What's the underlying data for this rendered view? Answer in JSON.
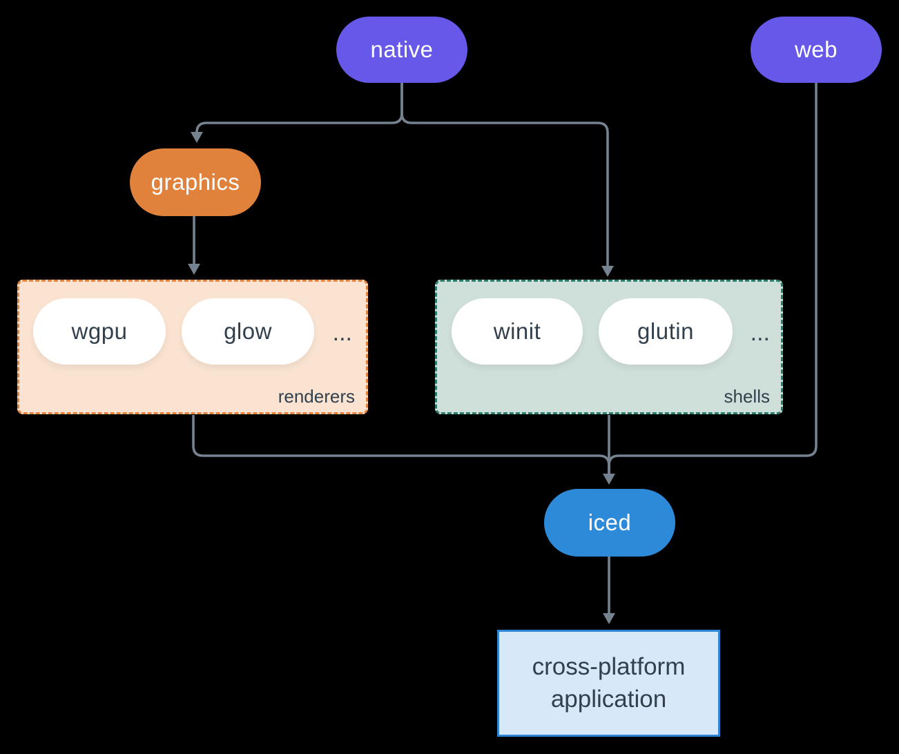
{
  "nodes": {
    "native": {
      "label": "native",
      "color": "#6658e8"
    },
    "web": {
      "label": "web",
      "color": "#6658e8"
    },
    "graphics": {
      "label": "graphics",
      "color": "#e0813c"
    },
    "iced": {
      "label": "iced",
      "color": "#2d8ad9"
    },
    "app": {
      "line1": "cross-platform",
      "line2": "application",
      "bg": "#d7e8f8",
      "border": "#2e86d3"
    }
  },
  "groups": {
    "renderers": {
      "label": "renderers",
      "items": [
        {
          "label": "wgpu"
        },
        {
          "label": "glow"
        }
      ],
      "ellipsis": "...",
      "bg": "#fae3d1",
      "border": "#e2823d"
    },
    "shells": {
      "label": "shells",
      "items": [
        {
          "label": "winit"
        },
        {
          "label": "glutin"
        }
      ],
      "ellipsis": "...",
      "bg": "#cfdfd9",
      "border": "#2a7d6d"
    }
  },
  "edges": [
    {
      "from": "native",
      "to": "graphics"
    },
    {
      "from": "native",
      "to": "shells"
    },
    {
      "from": "graphics",
      "to": "renderers"
    },
    {
      "from": "renderers",
      "to": "iced"
    },
    {
      "from": "shells",
      "to": "iced"
    },
    {
      "from": "web",
      "to": "iced"
    },
    {
      "from": "iced",
      "to": "app"
    }
  ],
  "colors": {
    "background": "#000000",
    "connector": "#75828f",
    "text_dark": "#32404e",
    "pill_text": "#ffffff"
  }
}
